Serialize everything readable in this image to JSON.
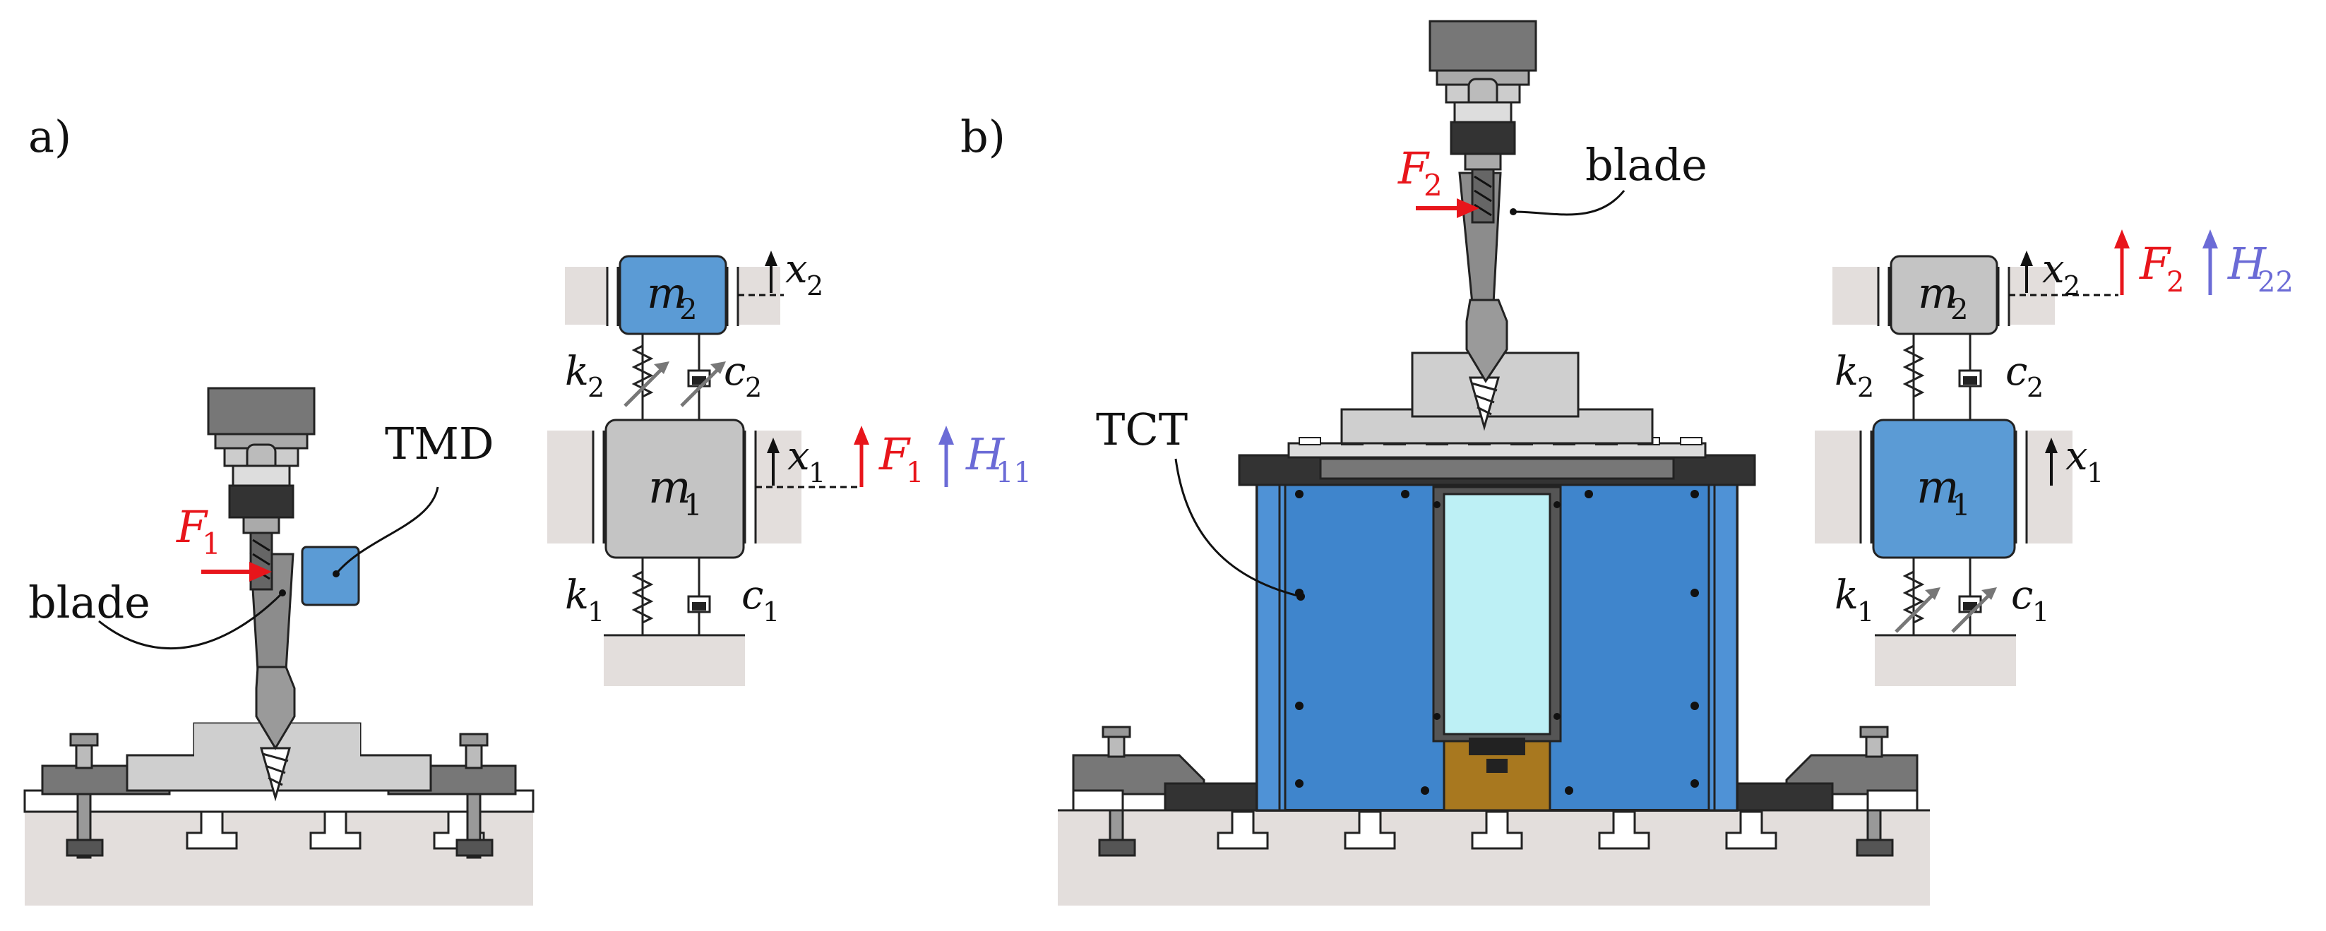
{
  "panels": [
    {
      "id": "a",
      "label": "a)"
    },
    {
      "id": "b",
      "label": "b)"
    }
  ],
  "panel_a": {
    "labels": {
      "blade": "blade",
      "tmd": "TMD",
      "force": "F",
      "force_sub": "1"
    },
    "model": {
      "mass_top": "m",
      "mass_top_sub": "2",
      "mass_bottom": "m",
      "mass_bottom_sub": "1",
      "spring_top": "k",
      "spring_top_sub": "2",
      "damper_top": "c",
      "damper_top_sub": "2",
      "spring_bottom": "k",
      "spring_bottom_sub": "1",
      "damper_bottom": "c",
      "damper_bottom_sub": "1",
      "disp_top": "x",
      "disp_top_sub": "2",
      "disp_bottom": "x",
      "disp_bottom_sub": "1",
      "force": "F",
      "force_sub": "1",
      "frf": "H",
      "frf_sub": "11"
    }
  },
  "panel_b": {
    "labels": {
      "blade": "blade",
      "tct": "TCT",
      "force": "F",
      "force_sub": "2"
    },
    "model": {
      "mass_top": "m",
      "mass_top_sub": "2",
      "mass_bottom": "m",
      "mass_bottom_sub": "1",
      "spring_top": "k",
      "spring_top_sub": "2",
      "damper_top": "c",
      "damper_top_sub": "2",
      "spring_bottom": "k",
      "spring_bottom_sub": "1",
      "damper_bottom": "c",
      "damper_bottom_sub": "1",
      "disp_top": "x",
      "disp_top_sub": "2",
      "disp_bottom": "x",
      "disp_bottom_sub": "1",
      "force": "F",
      "force_sub": "2",
      "frf": "H",
      "frf_sub": "22"
    }
  },
  "colors": {
    "force": "#e8151b",
    "frf": "#6b6bd6",
    "tmd_blue": "#5b9bd5",
    "tct_blue": "#3f85cc",
    "mass_gray": "#c4c4c4",
    "ground": "#e3dedc",
    "window": "#bdf0f5",
    "brass": "#a8781f"
  }
}
